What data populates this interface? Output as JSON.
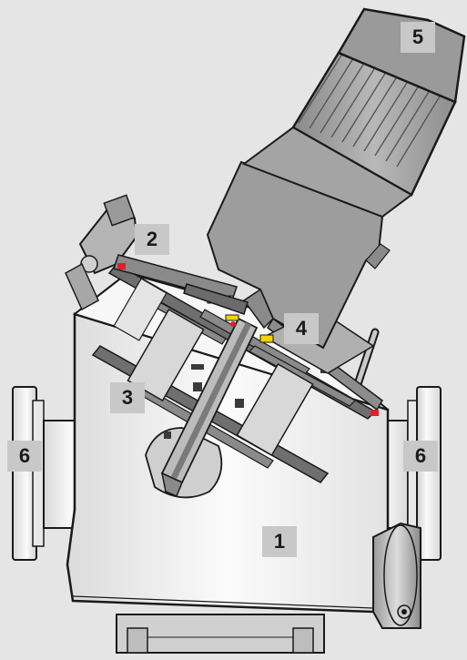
{
  "callouts": [
    {
      "label": "1"
    },
    {
      "label": "2"
    },
    {
      "label": "3"
    },
    {
      "label": "4"
    },
    {
      "label": "5"
    },
    {
      "label": "6"
    },
    {
      "label": "6"
    }
  ],
  "colors": {
    "background": "#e5e5e5",
    "body_fill": "#f4f4f4",
    "steel_dark": "#7d7d7d",
    "motor_grey": "#9d9d9d",
    "seal_yellow": "#f2d400",
    "seal_red": "#e0202a",
    "outline": "#1a1a1a"
  }
}
